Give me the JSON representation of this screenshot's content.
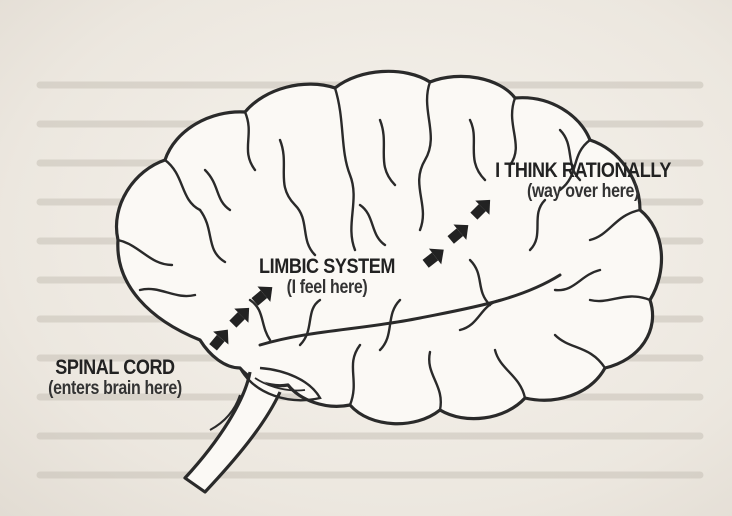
{
  "diagram": {
    "labels": {
      "rational_title": "I THINK RATIONALLY",
      "rational_sub": "(way over here)",
      "limbic_title": "LIMBIC SYSTEM",
      "limbic_sub": "(I feel here)",
      "spinal_title": "SPINAL CORD",
      "spinal_sub": "(enters brain here)"
    },
    "colors": {
      "ink": "#222222",
      "paper": "#f1ede7"
    },
    "icons": [
      "brain-illustration",
      "arrow-icon"
    ]
  }
}
